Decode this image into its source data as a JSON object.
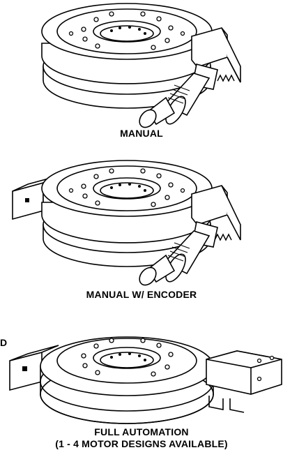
{
  "figures": [
    {
      "caption": "MANUAL"
    },
    {
      "caption": "MANUAL W/ ENCODER"
    },
    {
      "caption_line1": "FULL AUTOMATION",
      "caption_line2": "(1 - 4 MOTOR DESIGNS AVAILABLE)"
    }
  ],
  "edge_label": "D"
}
